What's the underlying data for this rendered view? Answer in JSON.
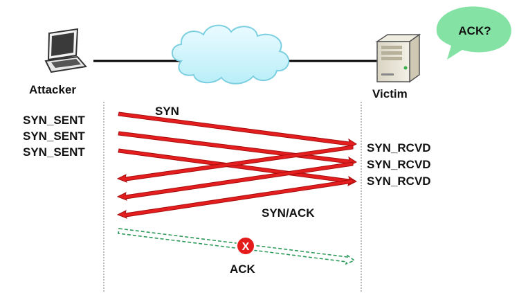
{
  "attacker": {
    "label": "Attacker",
    "icon": "laptop-icon"
  },
  "victim": {
    "label": "Victim",
    "icon": "server-icon"
  },
  "network": {
    "icon": "cloud-icon"
  },
  "speech_bubble": {
    "text": "ACK?"
  },
  "attacker_states": [
    "SYN_SENT",
    "SYN_SENT",
    "SYN_SENT"
  ],
  "victim_states": [
    "SYN_RCVD",
    "SYN_RCVD",
    "SYN_RCVD"
  ],
  "messages": {
    "syn": "SYN",
    "synack": "SYN/ACK",
    "ack": "ACK"
  },
  "ack_blocked_icon": {
    "symbol": "X",
    "icon": "x-mark-icon"
  },
  "colors": {
    "syn_arrow": "#e41e1e",
    "synack_arrow": "#e41e1e",
    "ack_arrow": "#2e9a5b",
    "bubble_fill": "#84e3a4",
    "blocked_fill": "#e51c1c"
  }
}
